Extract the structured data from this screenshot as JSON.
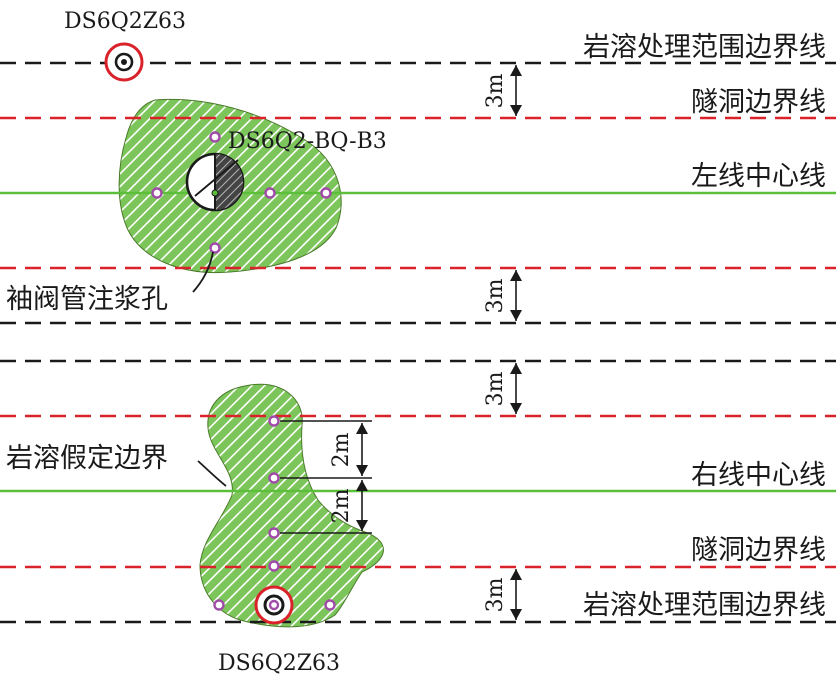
{
  "labels": {
    "top_borehole": "DS6Q2Z63",
    "bottom_borehole": "DS6Q2Z63",
    "sleeve_hole_bq": "DS6Q2-BQ-B3",
    "grout_hole": "袖阀管注浆孔",
    "karst_boundary": "岩溶假定边界",
    "dim_3m": "3m",
    "dim_2m": "2m"
  },
  "lines": {
    "karst_treatment_top": "岩溶处理范围边界线",
    "tunnel_top": "隧洞边界线",
    "left_center": "左线中心线",
    "right_center": "右线中心线",
    "tunnel_bottom": "隧洞边界线",
    "karst_treatment_bottom": "岩溶处理范围边界线"
  },
  "colors": {
    "karst_fill": "#7cc55a",
    "karst_hatch": "#ffffff",
    "center_line": "#5bbf3a",
    "tunnel_line": "#d9222a",
    "treatment_line": "#1a1a1a",
    "grout_hole": "#a04ba8",
    "borehole_ring": "#d9222a"
  }
}
